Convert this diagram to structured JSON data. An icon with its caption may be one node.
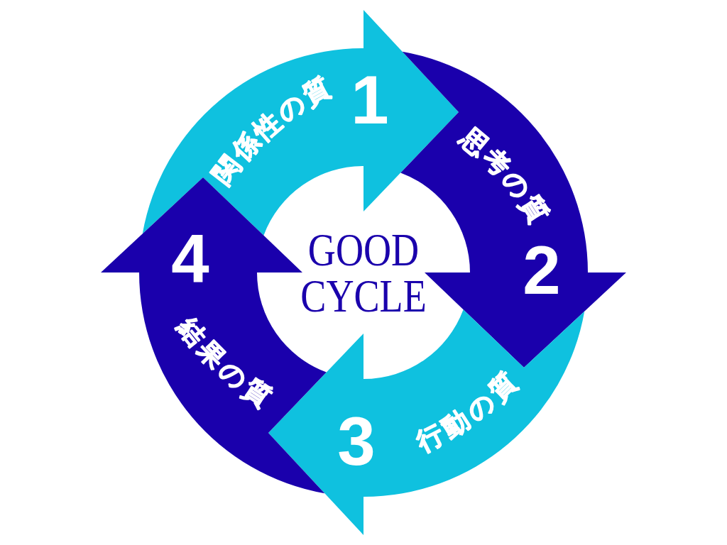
{
  "diagram": {
    "nodes": [
      {
        "text": [
          "関係性の質",
          "1"
        ]
      },
      {
        "text": [
          "思考の質",
          "2"
        ]
      },
      {
        "text": [
          "3",
          "行動の質"
        ]
      },
      {
        "text": [
          "4",
          "結果の質"
        ]
      }
    ],
    "labels": [
      "GOOD CYCLE"
    ]
  }
}
